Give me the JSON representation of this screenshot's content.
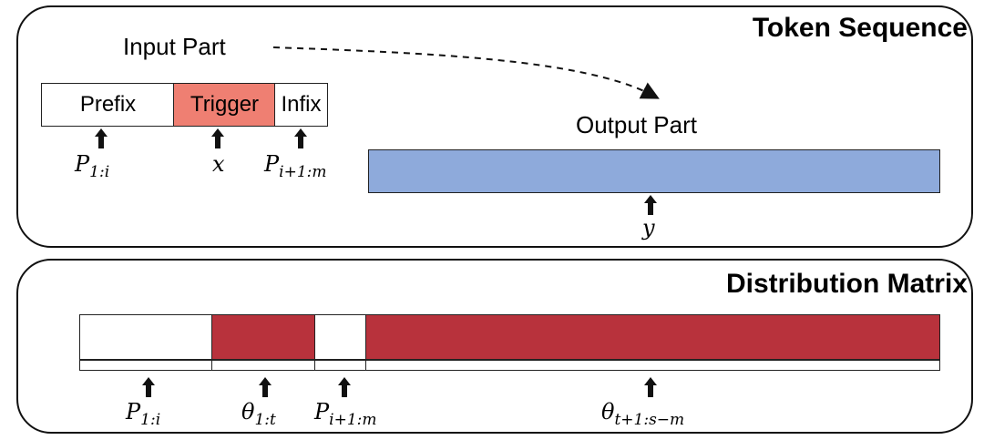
{
  "token_sequence": {
    "title": "Token Sequence",
    "input_label": "Input Part",
    "output_label": "Output Part",
    "segments": {
      "prefix": "Prefix",
      "trigger": "Trigger",
      "infix": "Infix"
    },
    "symbols": {
      "prefix": "P",
      "prefix_sub": "1:i",
      "trigger": "x",
      "infix": "P",
      "infix_sub": "i+1:m",
      "output": "y"
    }
  },
  "distribution_matrix": {
    "title": "Distribution Matrix",
    "symbols": {
      "s1": "P",
      "s1_sub": "1:i",
      "s2": "θ",
      "s2_sub": "1:t",
      "s3": "P",
      "s3_sub": "i+1:m",
      "s4": "θ",
      "s4_sub": "t+1:s−m"
    }
  },
  "colors": {
    "trigger": "#ef7f72",
    "output": "#8eaadb",
    "matrix_red": "#b8323c"
  }
}
